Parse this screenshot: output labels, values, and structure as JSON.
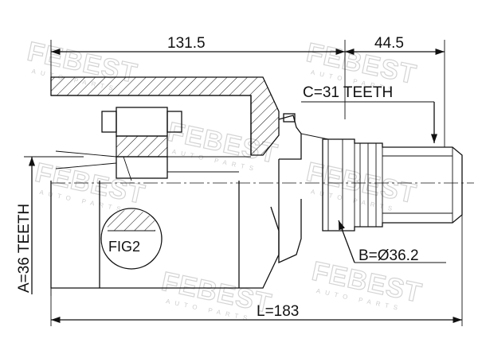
{
  "diagram": {
    "dimensions": {
      "overall_length": "131.5",
      "spline_length": "44.5",
      "total_length": "L=183",
      "outer_teeth": "C=31 TEETH",
      "inner_teeth": "A=36 TEETH",
      "seal_diameter": "B=Ø36.2"
    },
    "callout": "FIG2",
    "watermark": {
      "brand": "FEBEST",
      "sub": "AUTO PARTS"
    }
  },
  "colors": {
    "line": "#111111",
    "watermark": "#d4d4d4"
  }
}
